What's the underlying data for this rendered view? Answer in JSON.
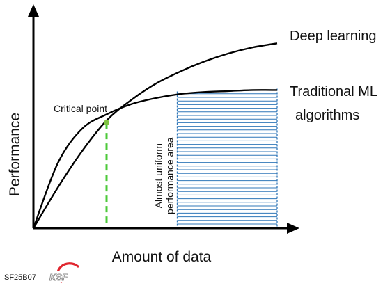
{
  "chart_data": {
    "type": "line",
    "title": "",
    "xlabel": "Amount of data",
    "ylabel": "Performance",
    "grid": false,
    "legend": "none",
    "axes": {
      "arrows": true,
      "ticks": false
    },
    "xlim": [
      0,
      100
    ],
    "ylim": [
      0,
      100
    ],
    "series": [
      {
        "name": "Deep learning",
        "color": "#000000",
        "x": [
          0,
          10,
          20,
          30,
          40,
          50,
          60,
          70,
          80,
          90,
          100
        ],
        "y": [
          0,
          20,
          38,
          53,
          63,
          71,
          77,
          82,
          86,
          89,
          91
        ]
      },
      {
        "name": "Traditional ML algorithms",
        "color": "#000000",
        "x": [
          0,
          10,
          20,
          30,
          40,
          50,
          60,
          70,
          80,
          90,
          100
        ],
        "y": [
          0,
          32,
          49,
          56,
          61,
          64,
          66,
          67,
          67.5,
          68,
          68
        ]
      }
    ],
    "series_label_lines": {
      "Deep learning": [
        "Deep learning"
      ],
      "Traditional ML algorithms": [
        "Traditional ML",
        "algorithms"
      ]
    },
    "annotations": [
      {
        "kind": "point",
        "label": "Critical point",
        "x": 30,
        "y": 52,
        "color": "#7fc241"
      },
      {
        "kind": "vline",
        "x": 30,
        "style": "dashed",
        "color": "#4cc93a"
      },
      {
        "kind": "region",
        "x": [
          59,
          100
        ],
        "label_lines": [
          "Almost uniform",
          "performance area"
        ],
        "color": "#2f77b8",
        "pattern": "horizontal-lines"
      }
    ]
  },
  "footer": {
    "code": "SF25B07",
    "logo_text": "KSF",
    "logo_color": "#e0262f"
  }
}
